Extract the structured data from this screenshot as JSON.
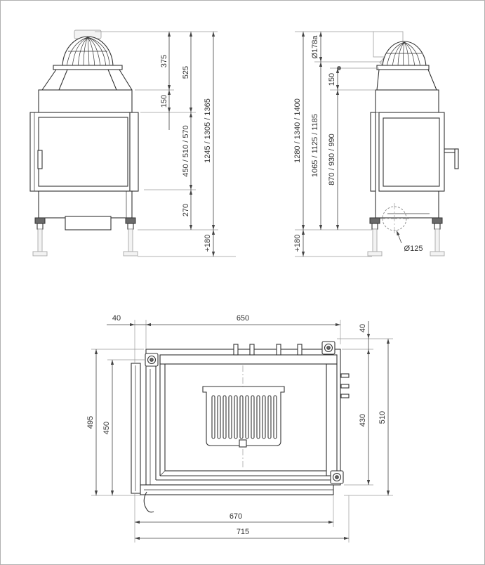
{
  "colors": {
    "line": "#333333",
    "dimension": "#444444",
    "extension": "#9a9a9a",
    "hatch": "#9a9a9a",
    "background": "#ffffff"
  },
  "front_view": {
    "dim_375": "375",
    "dim_150": "150",
    "dim_525": "525",
    "dim_door_height": "450 / 510 / 570",
    "dim_270": "270",
    "dim_total_height": "1245 / 1305 / 1365",
    "dim_foot": "+180"
  },
  "side_view": {
    "dim_flue_diameter": "Ø178a",
    "dim_150": "150",
    "dim_total_height": "1280 / 1340 / 1400",
    "dim_middle_height": "1065 / 1125 / 1185",
    "dim_lower_height": "870 / 930 / 990",
    "dim_foot": "+180",
    "dim_air_inlet": "Ø125"
  },
  "top_view": {
    "dim_40_left": "40",
    "dim_650": "650",
    "dim_40_right": "40",
    "dim_495": "495",
    "dim_450": "450",
    "dim_430": "430",
    "dim_510": "510",
    "dim_670": "670",
    "dim_715": "715"
  }
}
